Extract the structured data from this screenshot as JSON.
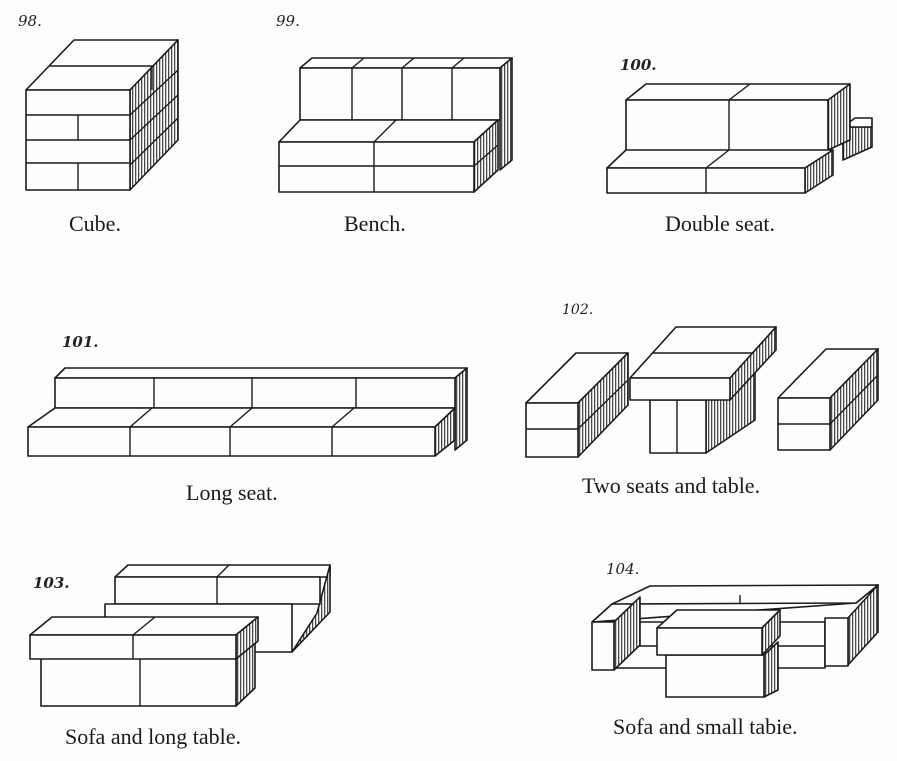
{
  "figures": [
    {
      "number": "98.",
      "caption": "Cube."
    },
    {
      "number": "99.",
      "caption": "Bench."
    },
    {
      "number": "100.",
      "caption": "Double seat."
    },
    {
      "number": "101.",
      "caption": "Long seat."
    },
    {
      "number": "102.",
      "caption": "Two seats and table."
    },
    {
      "number": "103.",
      "caption": "Sofa and long table."
    },
    {
      "number": "104.",
      "caption": "Sofa and small tabie."
    }
  ],
  "colors": {
    "ink": "#1b1b1b",
    "paper": "#fdfdfb"
  }
}
